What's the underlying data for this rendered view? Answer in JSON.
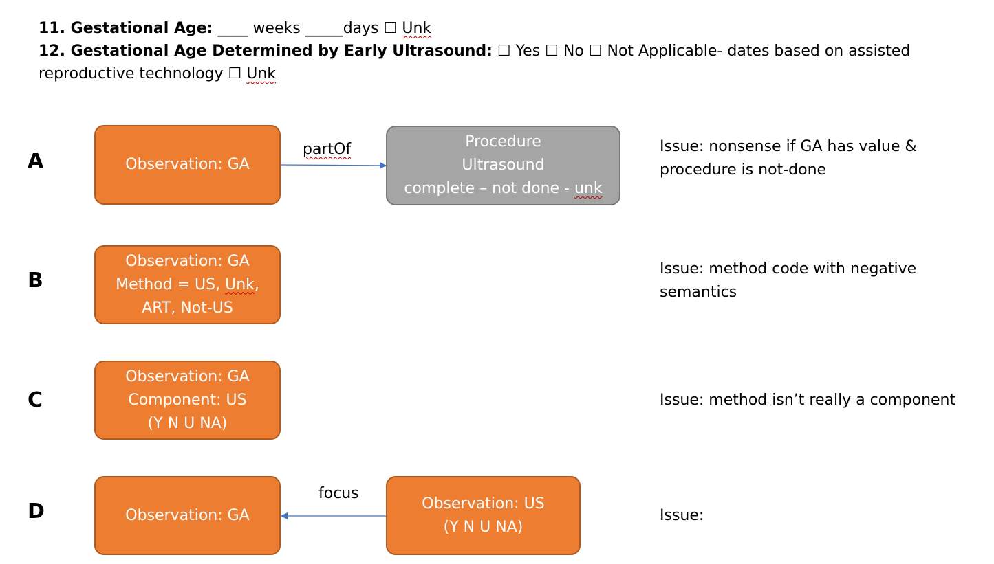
{
  "header": {
    "q11_label": "11. Gestational Age:",
    "q11_rest_before_unk": " ____ weeks _____days ☐ ",
    "q11_unk": "Unk",
    "q12_label": "12. Gestational Age Determined by Early Ultrasound:",
    "q12_options": " ☐ Yes ☐ No ☐ Not Applicable- dates based on assisted",
    "q12_continuation": "reproductive technology ☐ ",
    "q12_unk": "Unk"
  },
  "rows": [
    {
      "letter": "A",
      "box1_lines": [
        "Observation: GA"
      ],
      "edge_label": "partOf",
      "box2_lines": [
        "Procedure",
        "Ultrasound",
        "complete – not done - ",
        "unk"
      ],
      "issue": "Issue: nonsense if GA has value & procedure is not-done"
    },
    {
      "letter": "B",
      "box1_lines": [
        "Observation: GA",
        "Method = US, ",
        "Unk",
        ",",
        "ART, Not-US"
      ],
      "issue": "Issue: method code with negative semantics"
    },
    {
      "letter": "C",
      "box1_lines": [
        "Observation: GA",
        "Component: US",
        "(Y N U NA)"
      ],
      "issue": "Issue: method isn’t really a component"
    },
    {
      "letter": "D",
      "box1_lines": [
        "Observation: GA"
      ],
      "edge_label": "focus",
      "box2_lines": [
        "Observation: US",
        "(Y N U NA)"
      ],
      "issue": "Issue:"
    }
  ],
  "colors": {
    "orange_fill": "#ed7d31",
    "gray_fill": "#a5a5a5",
    "arrow": "#4472c4"
  }
}
